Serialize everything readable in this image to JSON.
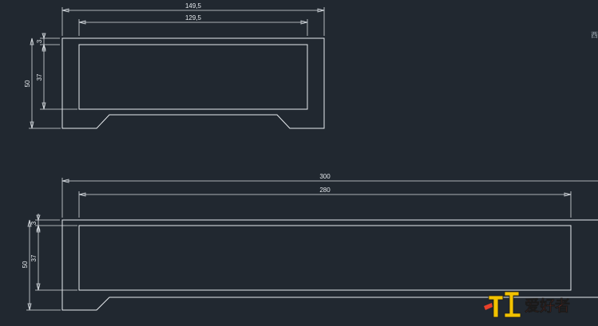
{
  "colors": {
    "background": "#212830",
    "geometry": "#e8ecef",
    "dimension": "#d8dde2",
    "logo_primary": "#f2c200",
    "logo_secondary": "#e8402a"
  },
  "viewcube": {
    "label": "西"
  },
  "drawing_top": {
    "dims": {
      "outer_width": "149,5",
      "inner_width": "129,5",
      "wall": "3",
      "inner_height": "37",
      "total_height": "50"
    }
  },
  "drawing_bottom": {
    "dims": {
      "outer_width": "300",
      "inner_width": "280",
      "wall": "3",
      "inner_height": "37",
      "total_height": "50"
    }
  },
  "logo": {
    "icon_name": "woodworking-logo-icon",
    "text": "爱好者"
  }
}
